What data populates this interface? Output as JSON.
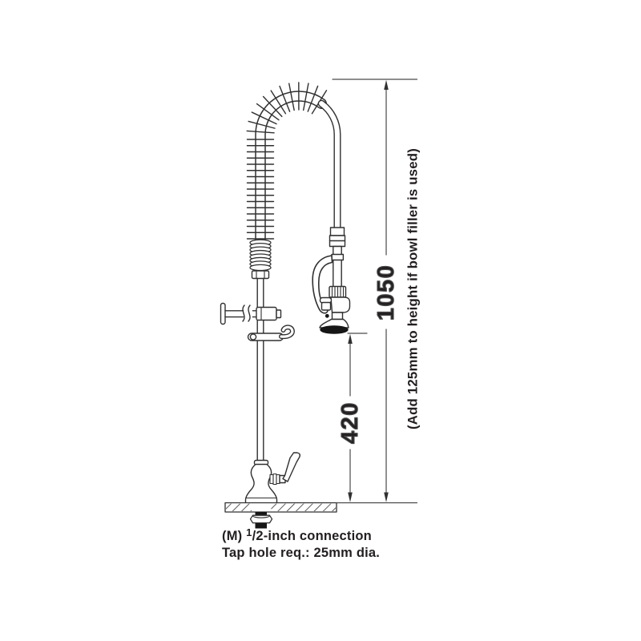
{
  "dimensions": {
    "overall_height": "1050",
    "spray_clearance": "420",
    "side_note": "(Add 125mm to height if bowl filler is used)"
  },
  "caption": {
    "line1_prefix": "(M) ",
    "line1_sup": "1",
    "line1_rest": "/2-inch connection",
    "line2": "Tap hole req.: 25mm dia."
  },
  "colors": {
    "line": "#303030",
    "text": "#231f20",
    "nozzle_fill": "#161616",
    "background": "#ffffff"
  }
}
